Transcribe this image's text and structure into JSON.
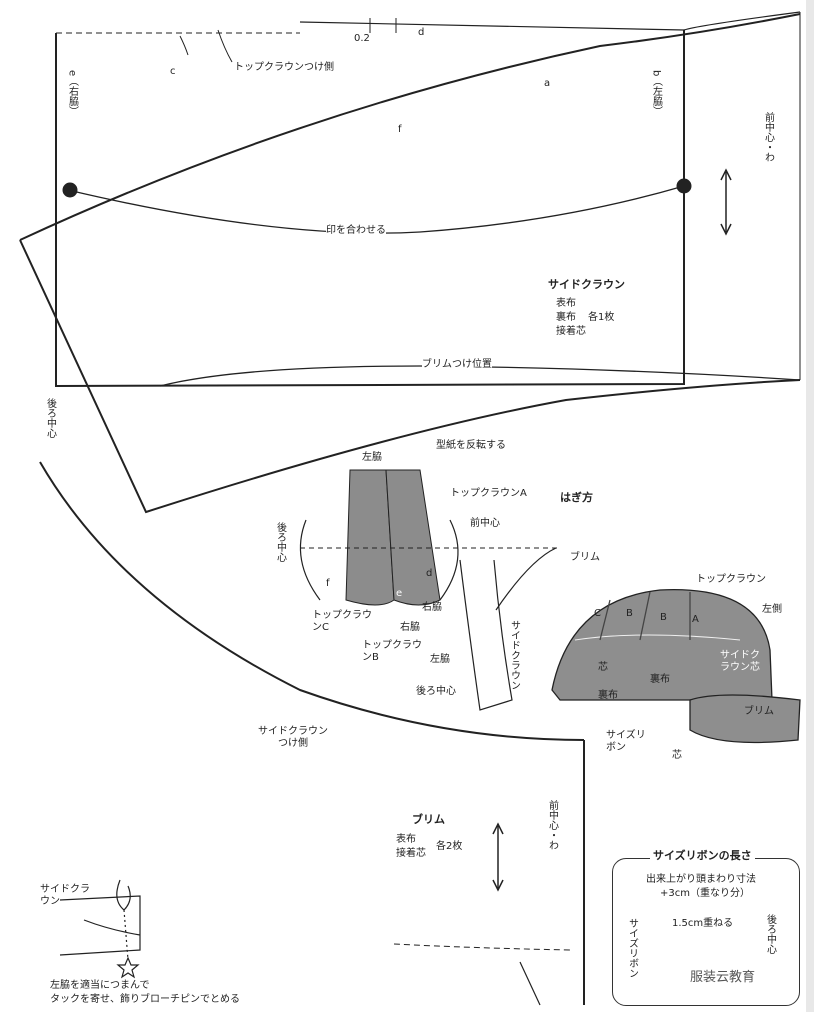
{
  "side_crown": {
    "label_02": "0.2",
    "label_d_top": "d",
    "label_c": "c",
    "label_top_seam": "トップクラウンつけ側",
    "label_a": "a",
    "label_e_right": "e（右脇）",
    "label_b_left": "b（左脇）",
    "label_f": "f",
    "label_front_center_fold": "前中心・わ",
    "label_match_marks": "印を合わせる",
    "piece_title": "サイドクラウン",
    "piece_fabrics": [
      "表布",
      "裏布",
      "接着芯"
    ],
    "piece_count": "各1枚",
    "label_brim_attach": "ブリムつけ位置",
    "label_back_center": "後ろ中心"
  },
  "brim": {
    "label_side_crown_attach": "サイドクラウンつけ側",
    "label_front_center_fold": "前中心・わ",
    "piece_title": "ブリム",
    "piece_fabrics": [
      "表布",
      "接着芯"
    ],
    "piece_count": "各2枚"
  },
  "layout_diagram": {
    "label_left_side": "左脇",
    "label_reverse": "型紙を反転する",
    "label_top_crown_a": "トップクラウンA",
    "label_back_center": "後ろ中心",
    "label_front_center": "前中心",
    "label_f": "f",
    "label_d": "d",
    "label_e": "e",
    "label_top_crown_c": "トップクラウンC",
    "label_top_crown_b": "トップクラウンB",
    "label_right_side": "右脇",
    "label_right_side2": "右脇",
    "label_left_side2": "左脇",
    "label_back_center2": "後ろ中心",
    "label_brim": "ブリム",
    "label_side_crown": "サイドクラウン"
  },
  "assembly": {
    "title": "はぎ方",
    "label_top_crown": "トップクラウン",
    "label_left_side": "左側",
    "panel_c": "C",
    "panel_b1": "B",
    "panel_b2": "B",
    "panel_a": "A",
    "label_interfacing1": "芯",
    "label_lining1": "裏布",
    "label_lining2": "裏布",
    "label_side_crown_interfacing": "サイドクラウン芯",
    "label_brim": "ブリム",
    "label_size_ribbon": "サイズリボン",
    "label_interfacing2": "芯"
  },
  "ribbon_box": {
    "title": "サイズリボンの長さ",
    "line1": "出来上がり頭まわり寸法",
    "line2": "+3cm（重なり分）",
    "overlap": "1.5cm重ねる",
    "back_center": "後ろ中心",
    "ribbon": "サイズリボン"
  },
  "detail": {
    "label_side_crown": "サイドクラウン",
    "note": [
      "左脇を適当につまんで",
      "タックを寄せ、飾りブローチピンでとめる"
    ]
  },
  "watermark": {
    "text": "服装云教育"
  }
}
